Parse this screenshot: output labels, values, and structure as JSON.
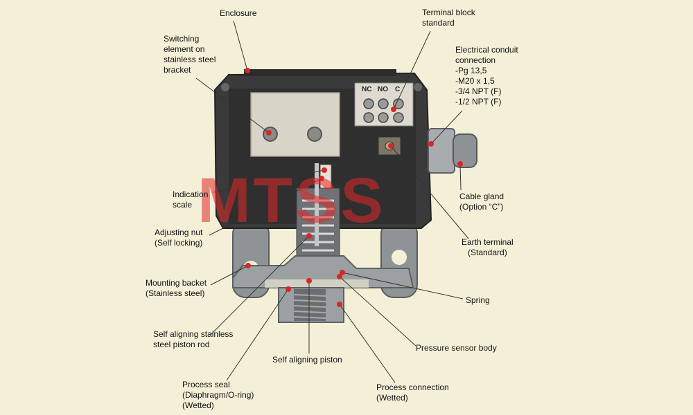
{
  "labels": {
    "enclosure": [
      "Enclosure"
    ],
    "switching_element": [
      "Switching",
      "element on",
      "stainless steel",
      "bracket"
    ],
    "terminal_block": [
      "Terminal block",
      "standard"
    ],
    "electrical_conduit": [
      "Electrical conduit",
      "connection",
      "-Pg 13,5",
      "-M20 x 1,5",
      "-3/4 NPT (F)",
      "-1/2 NPT (F)"
    ],
    "indication_scale": [
      "Indication",
      "scale"
    ],
    "cable_gland": [
      "Cable gland",
      "(Option “C”)"
    ],
    "adjusting_nut": [
      "Adjusting nut",
      "(Self locking)"
    ],
    "earth_terminal": [
      "Earth terminal",
      "(Standard)"
    ],
    "mounting_bracket": [
      "Mounting backet",
      "(Stainless steel)"
    ],
    "spring": [
      "Spring"
    ],
    "piston_rod": [
      "Self aligning stainless",
      "steel piston rod"
    ],
    "pressure_sensor_body": [
      "Pressure sensor body"
    ],
    "self_aligning_piston": [
      "Self aligning piston"
    ],
    "process_seal": [
      "Process seal",
      "(Diaphragm/O-ring)",
      "(Wetted)"
    ],
    "process_connection": [
      "Process connection",
      "(Wetted)"
    ]
  },
  "terminals": [
    "NC",
    "NO",
    "C"
  ],
  "watermark": "MTSS",
  "colors": {
    "background": "#f4f0d8",
    "leader": "#d8262b",
    "enclosure": "#3a3a3a",
    "metal": "#9ba0a3",
    "watermark": "#e22828"
  }
}
